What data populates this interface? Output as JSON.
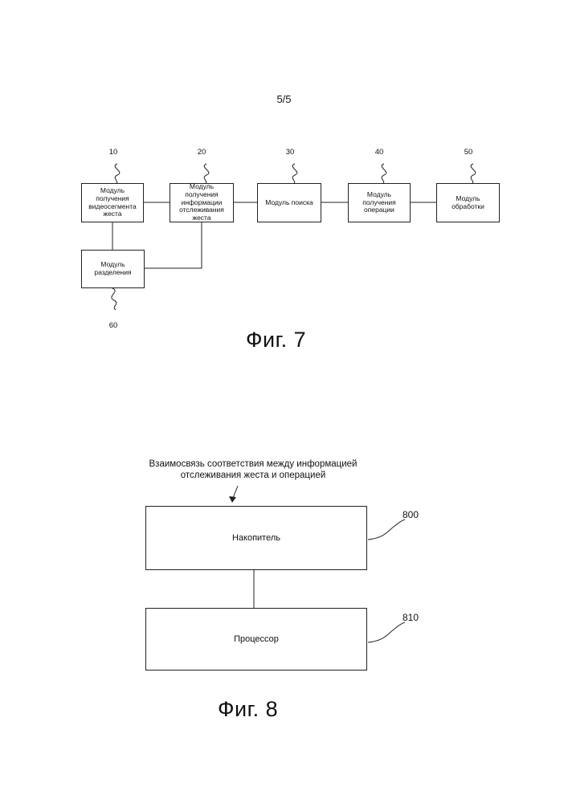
{
  "page_number": "5/5",
  "figure7": {
    "caption": "Фиг. 7",
    "modules": [
      {
        "ref": "10",
        "label": "Модуль получения видеосегмента жеста"
      },
      {
        "ref": "20",
        "label": "Модуль получения информации отслеживания жеста"
      },
      {
        "ref": "30",
        "label": "Модуль поиска"
      },
      {
        "ref": "40",
        "label": "Модуль получения операции"
      },
      {
        "ref": "50",
        "label": "Модуль обработки"
      },
      {
        "ref": "60",
        "label": "Модуль разделения"
      }
    ]
  },
  "figure8": {
    "caption": "Фиг. 8",
    "input_note": "Взаимосвязь соответствия между информацией отслеживания жеста и операцией",
    "storage": {
      "ref": "800",
      "label": "Накопитель"
    },
    "processor": {
      "ref": "810",
      "label": "Процессор"
    }
  }
}
